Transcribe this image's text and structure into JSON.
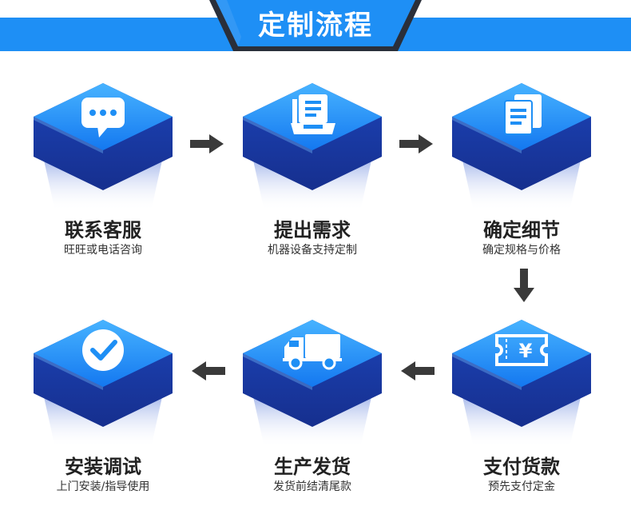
{
  "header": {
    "title": "定制流程"
  },
  "colors": {
    "banner": "#1e8ff5",
    "plate": "#1e8ff5",
    "plate_edge": "#2a2f3a",
    "cube_top_light": "#47b3ff",
    "cube_top_dark": "#1478f0",
    "cube_side": "#1c44b8",
    "cube_side_dark": "#162f8e",
    "arrow": "#3a3a3a"
  },
  "steps": [
    {
      "title": "联系客服",
      "subtitle": "旺旺或电话咨询",
      "icon": "chat-bubble-icon"
    },
    {
      "title": "提出需求",
      "subtitle": "机器设备支持定制",
      "icon": "inbox-document-icon"
    },
    {
      "title": "确定细节",
      "subtitle": "确定规格与价格",
      "icon": "documents-icon"
    },
    {
      "title": "支付货款",
      "subtitle": "预先支付定金",
      "icon": "yen-ticket-icon"
    },
    {
      "title": "生产发货",
      "subtitle": "发货前结清尾款",
      "icon": "delivery-truck-icon"
    },
    {
      "title": "安装调试",
      "subtitle": "上门安装/指导使用",
      "icon": "check-circle-icon"
    }
  ]
}
